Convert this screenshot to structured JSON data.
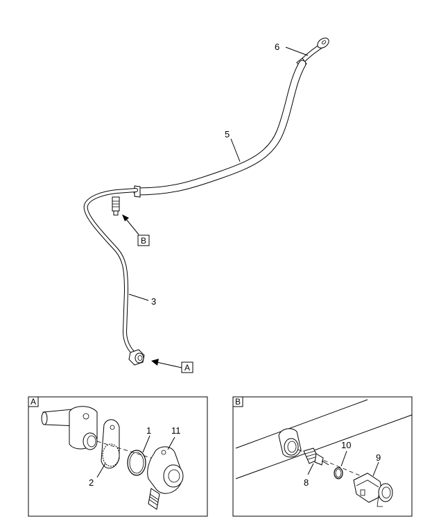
{
  "callouts": {
    "c1": "1",
    "c2": "2",
    "c3": "3",
    "c5": "5",
    "c6": "6",
    "c8": "8",
    "c9": "9",
    "c10": "10",
    "c11": "11"
  },
  "view_refs": {
    "ref_a": "A",
    "ref_b": "B"
  },
  "detail_panels": {
    "a_label": "A",
    "b_label": "B"
  }
}
